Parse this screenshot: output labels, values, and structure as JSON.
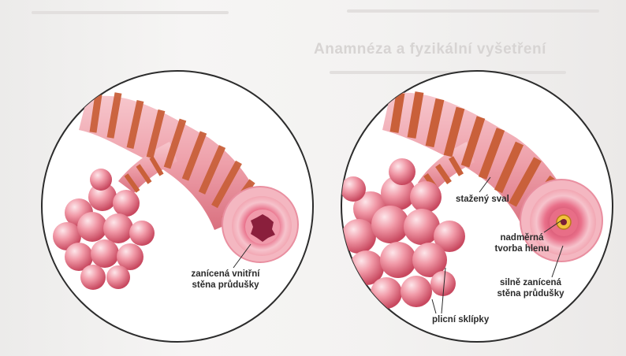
{
  "background_text": {
    "heading": "Anamnéza a fyzikální vyšetření"
  },
  "left_panel": {
    "label_wall": [
      "zanícená vnitřní",
      "stěna průdušky"
    ]
  },
  "right_panel": {
    "label_muscle": "stažený sval",
    "label_mucus": [
      "nadměrná",
      "tvorba hlenu"
    ],
    "label_wall": [
      "silně zanícená",
      "stěna průdušky"
    ],
    "label_alveoli": "plicní sklípky"
  },
  "colors": {
    "tissue_pink": "#f0a3ad",
    "muscle_band": "#c9603a",
    "alveoli": "#ee8f9e",
    "lumen_dark": "#8a1f3c",
    "mucus": "#f2c23a"
  }
}
